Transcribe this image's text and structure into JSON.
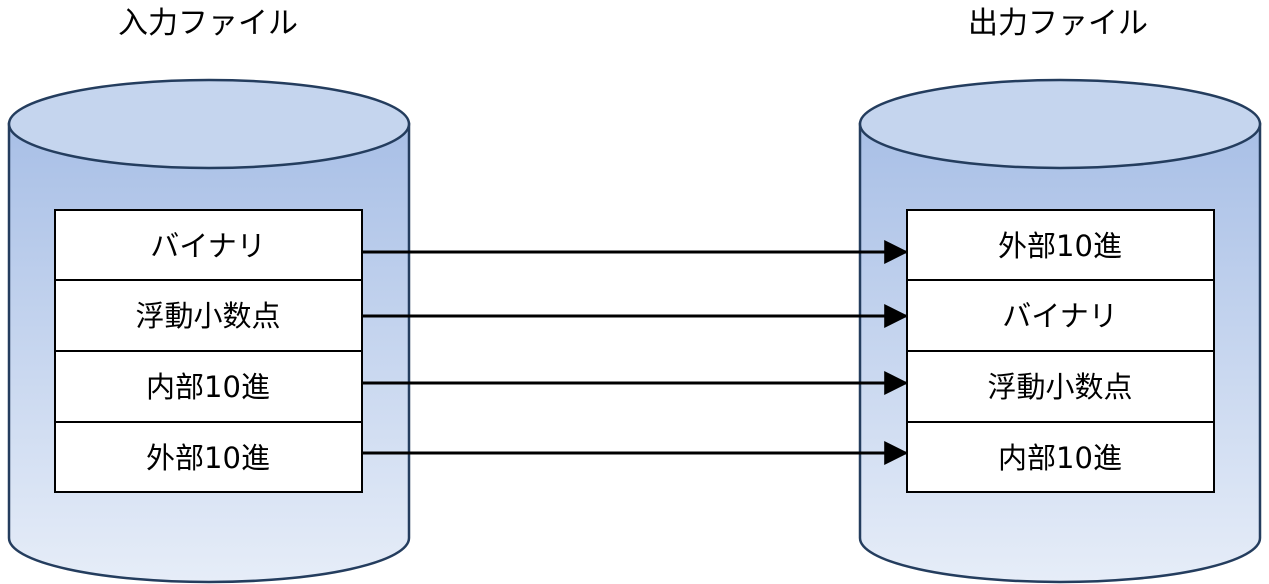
{
  "input_file": {
    "title": "入力ファイル",
    "fields": [
      "バイナリ",
      "浮動小数点",
      "内部10進",
      "外部10進"
    ]
  },
  "output_file": {
    "title": "出力ファイル",
    "fields": [
      "外部10進",
      "バイナリ",
      "浮動小数点",
      "内部10進"
    ]
  },
  "colors": {
    "cylinder_top": "#c5d5ee",
    "cylinder_body_top": "#a8bfe6",
    "cylinder_body_bottom": "#e6edf8",
    "outline": "#243d5e",
    "field_fill": "#ffffff",
    "field_border": "#000000",
    "arrow": "#000000"
  }
}
